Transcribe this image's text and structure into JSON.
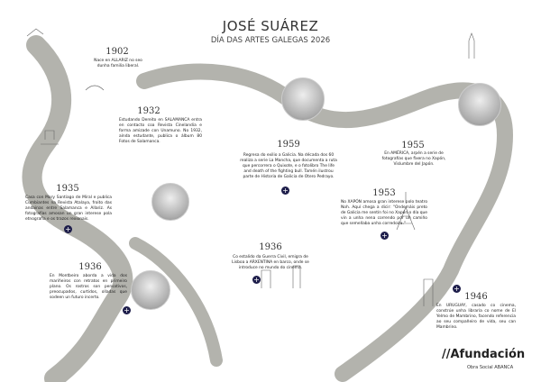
{
  "header": {
    "title": "JOSÉ SUÁREZ",
    "subtitle": "DÍA DAS ARTES GALEGAS 2026"
  },
  "events": [
    {
      "year": "1902",
      "text": "Nace en ALLARIZ no seo dunha familia liberal."
    },
    {
      "year": "1932",
      "text": "Estudando Dereito en SALAMANCA entra en contacto coa Revista Cinelandia e forma amizade con Unamuno. No 1932, aínda estudante, publica o álbum 80 Fotos de Salamanca."
    },
    {
      "year": "1959",
      "text": "Regresa do exilio a Galicia. Na década dos 60 realiza a serie La Mancha, que documenta a ruta que percorrera o Quixote, e o fotolibro The life and death of the fighting bull. Tamén ilustrou parte de Historia de Galicia de Otero Pedrayo."
    },
    {
      "year": "1955",
      "text": "En AMÉRICA, arpén a serie de fotografías que fixera no Xapón, Vislumbre del Japón."
    },
    {
      "year": "1953",
      "text": "No XAPÓN amosa gran interese polo teatro Noh. Aquí chega a dicir: \"Ondemáis preto de Galicia me sentín foi no Xapón o día que vin a unha nena correndo por un camiño que semellaba unha corredoira.\""
    },
    {
      "year": "1935",
      "text": "Casa con Mary Santiago de Miral e publica Cumbiantes na Revista Atalaya, froito das andainas entre Salamanca e Allariz. As fotografías amosan un gran interese pola etnografía e os trazos rexionais."
    },
    {
      "year": "1936",
      "text": "En Montbeiro aborda a vida dos mariñeiros con retratos en primeiro plano. Os rostros son pensativos, preocupados, curtidos, olladas que sodeen un futuro incerto."
    },
    {
      "year": "1936",
      "text": "Co estalido da Guerra Civil, emigra de Lisboa a ARXENTINA en barco, onde se introduce no mundo do cinema."
    },
    {
      "year": "1946",
      "text": "En URUGUAY, casado co cinema, constrúe unha libraría co nome de El Yelmo de Mambrino, facendo referencia ao seu compañeiro de vida, seu can Mambrino."
    }
  ],
  "footer": {
    "logo": "//Afundación",
    "logo_sub": "Obra Social ABANCA"
  },
  "colors": {
    "accent": "#1d1d4a",
    "road": "#8a8a82"
  }
}
